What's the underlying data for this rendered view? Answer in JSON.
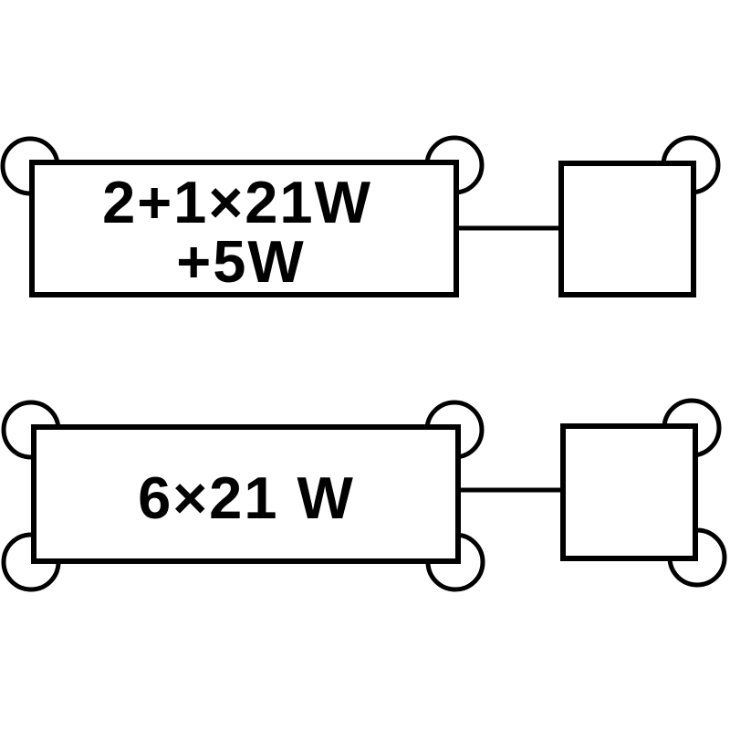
{
  "colors": {
    "ink": "#000000",
    "paper": "#ffffff"
  },
  "top_circuit": {
    "rating_line1": "2+1×21W",
    "rating_line2": "+5W"
  },
  "bottom_circuit": {
    "rating_line1": "6×21 W"
  }
}
